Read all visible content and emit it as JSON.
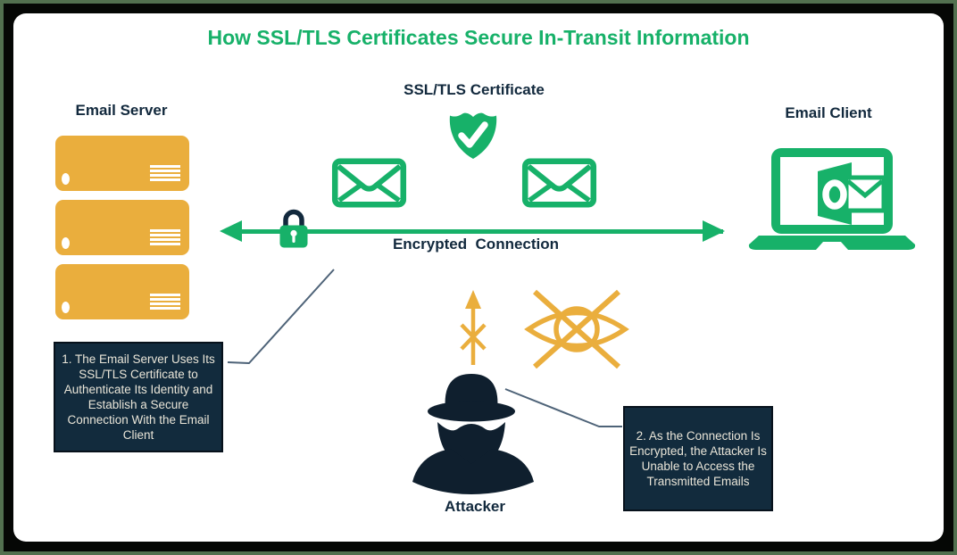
{
  "title": "How SSL/TLS Certificates Secure In-Transit Information",
  "labels": {
    "certificate": "SSL/TLS Certificate",
    "email_server": "Email Server",
    "email_client": "Email Client",
    "encrypted_connection": "Encrypted  Connection",
    "attacker": "Attacker"
  },
  "callouts": [
    {
      "id": 1,
      "text": "1. The Email Server Uses Its SSL/TLS Certificate to Authenticate Its Identity and Establish a Secure Connection With the Email Client"
    },
    {
      "id": 2,
      "text": "2. As the Connection Is Encrypted, the Attacker Is Unable to Access the Transmitted Emails"
    }
  ],
  "icons": {
    "shield_check": "shield-check-icon",
    "envelope_left": "envelope-icon",
    "envelope_right": "envelope-icon",
    "padlock": "padlock-icon",
    "server_stack": "server-stack-icon",
    "laptop_outlook": "laptop-email-client-icon",
    "blocked_signal": "blocked-signal-icon",
    "blocked_view": "blocked-view-eye-icon",
    "spy": "spy-attacker-icon"
  },
  "colors": {
    "green": "#17B169",
    "yellow": "#EAAE3D",
    "navy": "#12293D",
    "figure": "#0F1F2E",
    "callout_bg": "#122B3D",
    "callout_text": "#E9E5D8",
    "callout_line": "#4E6378",
    "frame_black": "#050705",
    "frame_green": "#52704F",
    "canvas": "#FFFFFF"
  }
}
